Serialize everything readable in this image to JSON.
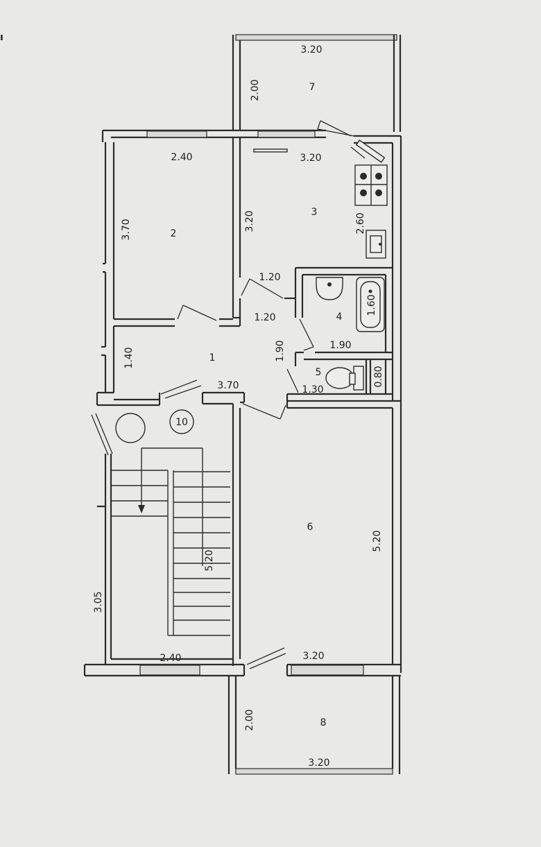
{
  "corner_mark": "ı",
  "rooms": [
    {
      "id": "1",
      "label": "1"
    },
    {
      "id": "2",
      "label": "2"
    },
    {
      "id": "3",
      "label": "3"
    },
    {
      "id": "4",
      "label": "4"
    },
    {
      "id": "5",
      "label": "5"
    },
    {
      "id": "6",
      "label": "6"
    },
    {
      "id": "7",
      "label": "7"
    },
    {
      "id": "8",
      "label": "8"
    },
    {
      "id": "10",
      "label": "10"
    }
  ],
  "dimensions": {
    "balcony_top_width": "3.20",
    "balcony_top_depth": "2.00",
    "room2_width": "2.40",
    "room2_length": "3.70",
    "kitchen_width": "3.20",
    "kitchen_length": "3.20",
    "kitchen_side": "2.60",
    "corridor_a": "1.20",
    "corridor_b": "1.20",
    "bath_length": "1.60",
    "bath_width": "1.90",
    "bath_side": "1.90",
    "hall_side": "1.40",
    "hall_width": "3.70",
    "wc_width": "1.30",
    "wc_side": "0.80",
    "room6_length": "5.20",
    "room6_width": "3.20",
    "stair_length": "5.20",
    "stair_bottom_width": "2.40",
    "stair_side": "3.05",
    "balcony_bottom_depth": "2.00",
    "balcony_bottom_width": "3.20"
  }
}
